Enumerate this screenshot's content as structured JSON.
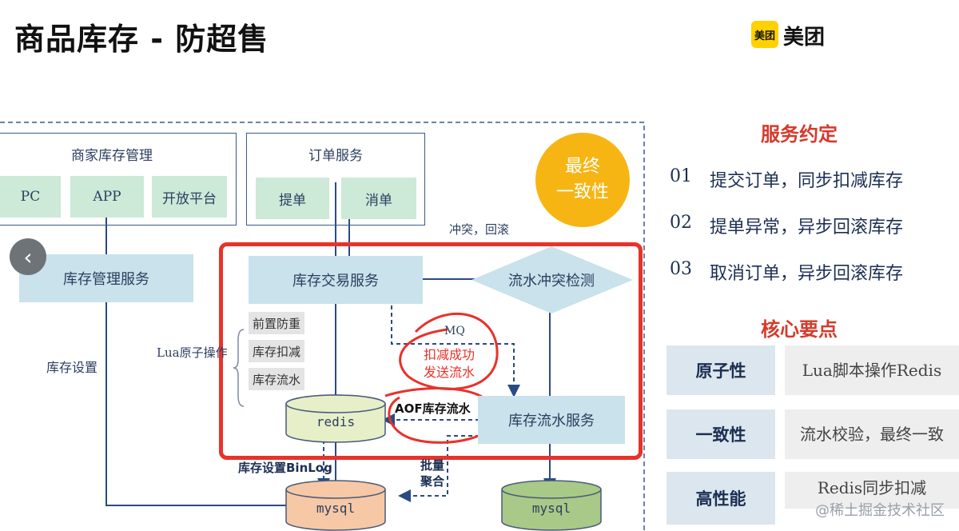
{
  "title": "商品库存 - 防超售",
  "logo": {
    "badge": "美团",
    "text": "美团"
  },
  "diagram": {
    "merchant_mgmt": "商家库存管理",
    "pc": "PC",
    "app": "APP",
    "open_platform": "开放平台",
    "order_service": "订单服务",
    "submit_order": "提单",
    "cancel_order": "消单",
    "eventual_consistency": "最终\n一致性",
    "conflict_rollback": "冲突，回滚",
    "inventory_mgmt_service": "库存管理服务",
    "inventory_trade_service": "库存交易服务",
    "flow_conflict_check": "流水冲突检测",
    "lua_atomic": "Lua原子操作",
    "pre_dedup": "前置防重",
    "stock_deduct": "库存扣减",
    "stock_flow": "库存流水",
    "mq": "MQ",
    "deduct_success": "扣减成功\n发送流水",
    "stock_setting": "库存设置",
    "redis": "redis",
    "aof_flow": "AOF库存流水",
    "inventory_flow_service": "库存流水服务",
    "binlog": "库存设置BinLog",
    "batch_aggregate": "批量\n聚合",
    "mysql1": "mysql",
    "mysql2": "mysql"
  },
  "service_contract": {
    "heading": "服务约定",
    "rules": [
      {
        "num": "01",
        "text": "提交订单，同步扣减库存"
      },
      {
        "num": "02",
        "text": "提单异常，异步回滚库存"
      },
      {
        "num": "03",
        "text": "取消订单，异步回滚库存"
      }
    ]
  },
  "key_points": {
    "heading": "核心要点",
    "rows": [
      {
        "name": "原子性",
        "desc": "Lua脚本操作Redis"
      },
      {
        "name": "一致性",
        "desc": "流水校验，最终一致"
      },
      {
        "name": "高性能",
        "desc": "Redis同步扣减"
      }
    ]
  },
  "watermark": "@稀土掘金技术社区",
  "colors": {
    "accent_red": "#e8322a",
    "gold": "#f7b514",
    "dark_navy": "#1c2f52"
  }
}
